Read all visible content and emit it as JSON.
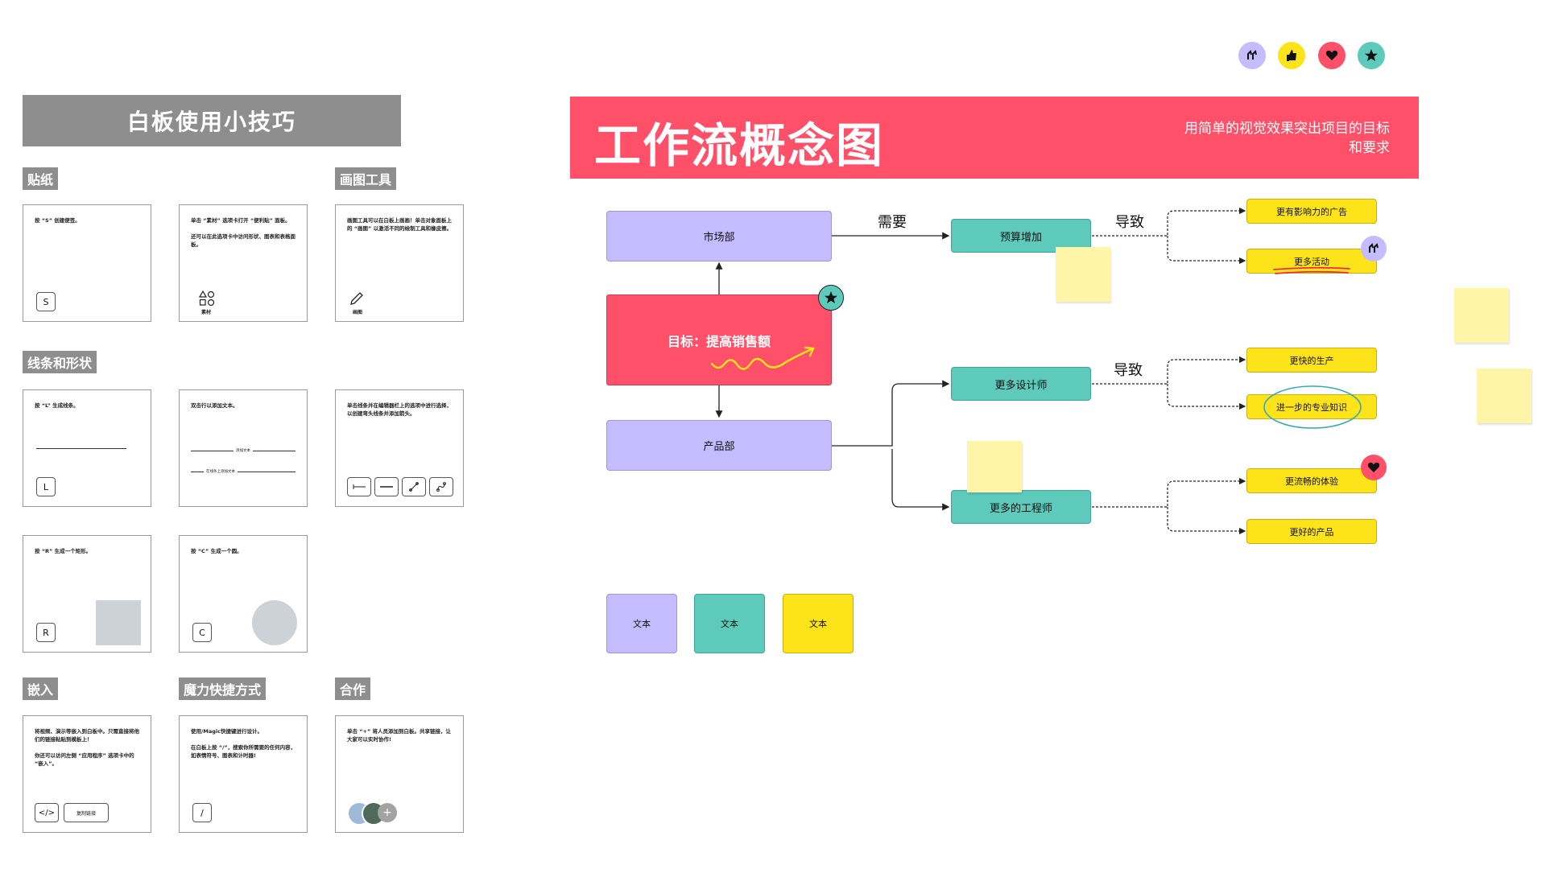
{
  "tips": {
    "title": "白板使用小技巧",
    "sections": {
      "stickers": "贴纸",
      "drawing": "画图工具",
      "lines_shapes": "线条和形状",
      "embed": "嵌入",
      "magic": "魔力快捷方式",
      "collab": "合作"
    },
    "cards": {
      "sticker_s": {
        "text": "按 “S” 创建便签。",
        "key": "S"
      },
      "material": {
        "text": "单击 “素材” 选项卡打开 “便利贴” 面板。\n\n还可以在此选项卡中访问形状、图表和表格面板。",
        "caption": "素材"
      },
      "draw": {
        "text": "画图工具可以在白板上画画！单击对象面板上的 “画图” 以激活不同的绘制工具和橡皮擦。",
        "caption": "画图"
      },
      "line_l": {
        "text": "按 “L” 生成线条。",
        "key": "L"
      },
      "dbl_click": {
        "text": "双击行以添加文本。",
        "line1": "添加文本",
        "line2": "在线条上添加文本"
      },
      "arrows": {
        "text": "单击线条并在编辑器栏上的选项中进行选择，以创建弯头线条并添加箭头。"
      },
      "rect_r": {
        "text": "按 “R” 生成一个矩形。",
        "key": "R"
      },
      "circle_c": {
        "text": "按 “C” 生成一个圆。",
        "key": "C"
      },
      "embed": {
        "text": "将视频、演示等嵌入到白板中。只需直接将他们的链接粘贴到模板上！\n\n你还可以访问左侧 “应用程序” 选项卡中的 “嵌入”。",
        "key": "</>",
        "button": "复制链接"
      },
      "magic": {
        "text": "使用/Magic快捷键进行设计。\n\n在白板上按 “/”，搜索你所需要的任何内容，如表情符号、图表和计时器!",
        "key": "/"
      },
      "collab": {
        "text": "单击 “+” 将人员添加到白板。共享链接，让大家可以实时协作!",
        "add": "+"
      }
    }
  },
  "workflow": {
    "title": "工作流概念图",
    "subtitle": "用简单的视觉效果突出项目的目标和要求",
    "nodes": {
      "market": "市场部",
      "goal": "目标：提高销售额",
      "product": "产品部",
      "budget": "预算增加",
      "designers": "更多设计师",
      "engineers": "更多的工程师",
      "ads": "更有影响力的广告",
      "events": "更多活动",
      "faster": "更快的生产",
      "expertise": "进一步的专业知识",
      "smoother": "更流畅的体验",
      "better": "更好的产品"
    },
    "edge_labels": {
      "needs": "需要",
      "leads1": "导致",
      "leads2": "导致"
    },
    "legend": [
      "文本",
      "文本",
      "文本"
    ]
  },
  "reactions": [
    "clap-icon",
    "thumbs-up-icon",
    "heart-icon",
    "star-icon"
  ],
  "colors": {
    "banner": "#ff5069",
    "purple": "#c5bbff",
    "teal": "#5dcabb",
    "yellow": "#fde31a",
    "sticky": "#fff5a8",
    "tips_gray": "#8e8e8e"
  }
}
